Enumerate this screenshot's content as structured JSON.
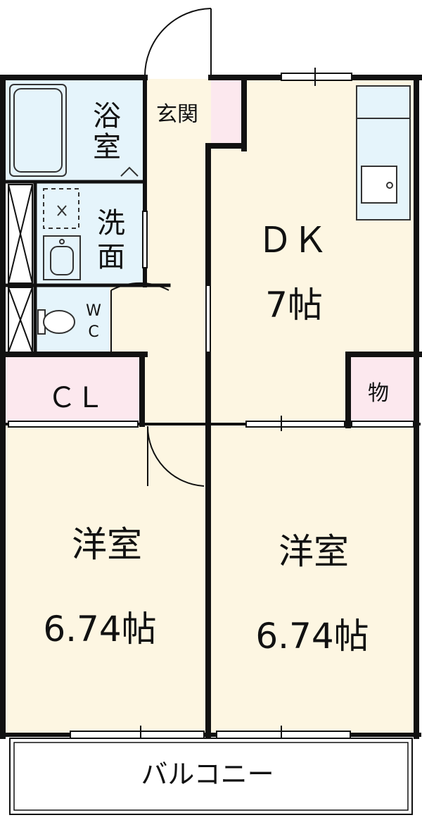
{
  "floorplan": {
    "colors": {
      "floor": "#fdf6e2",
      "wet_area": "#e5f4fb",
      "storage": "#fce8ee",
      "wall": "#111111",
      "balcony": "#ffffff"
    },
    "rooms": {
      "bath": {
        "label_1": "浴",
        "label_2": "室"
      },
      "washroom": {
        "label_1": "洗",
        "label_2": "面"
      },
      "toilet": {
        "label_1": "W",
        "label_2": "C"
      },
      "entrance": {
        "label": "玄関"
      },
      "dining_kitchen": {
        "label": "ＤＫ",
        "size": "7帖"
      },
      "closet": {
        "label": "ＣＬ"
      },
      "storage": {
        "label": "物"
      },
      "western_room_left": {
        "label": "洋室",
        "size": "6.74帖"
      },
      "western_room_right": {
        "label": "洋室",
        "size": "6.74帖"
      },
      "balcony": {
        "label": "バルコニー"
      }
    },
    "fixtures": [
      "bathtub-icon",
      "washing-machine-icon",
      "washbasin-icon",
      "toilet-icon",
      "kitchen-sink-icon"
    ]
  }
}
